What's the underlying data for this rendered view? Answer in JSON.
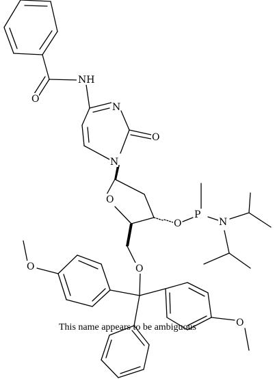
{
  "molecule": {
    "caption": "This name appears to be ambiguous",
    "atom_labels": {
      "nh": "NH",
      "o_amide": "O",
      "n_pyr_3": "N",
      "o_c2": "O",
      "n_pyr_1": "N",
      "o_ring": "O",
      "o_3prime": "O",
      "p": "P",
      "n_amine": "N",
      "o_5prime": "O",
      "o_ome_1": "O",
      "o_ome_2": "O"
    }
  }
}
